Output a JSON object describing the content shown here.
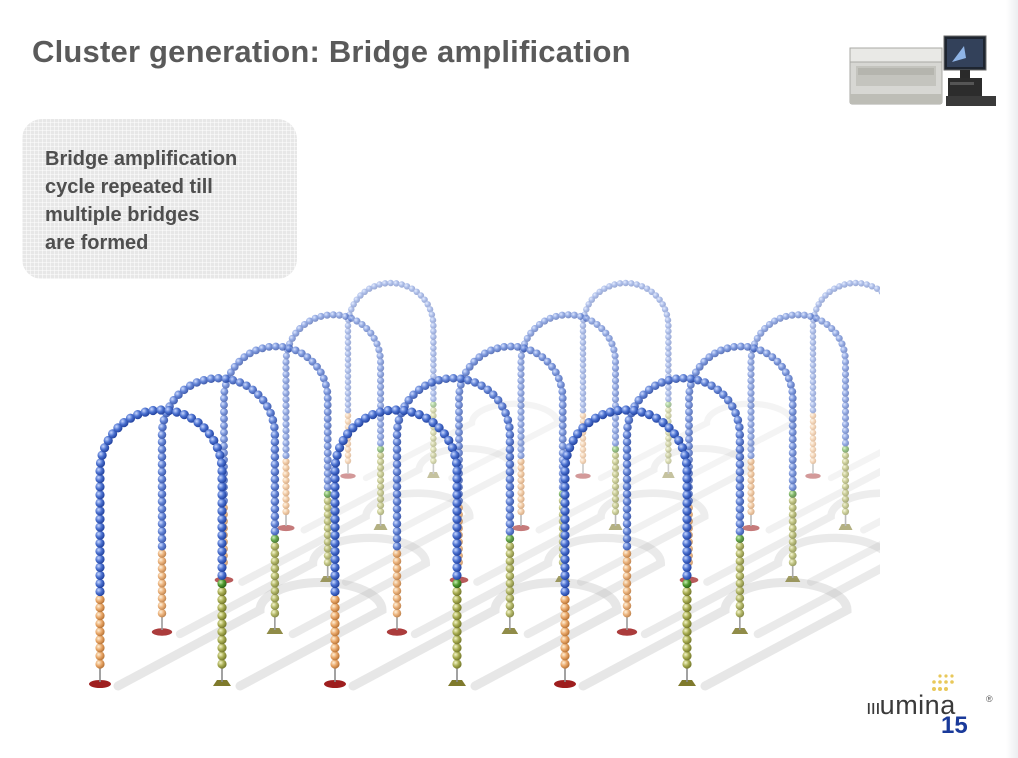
{
  "slide": {
    "title": "Cluster generation: Bridge amplification",
    "page_number": "15"
  },
  "note": {
    "lines": [
      "Bridge amplification",
      "cycle repeated till",
      "multiple bridges",
      "are formed"
    ]
  },
  "logo": {
    "text": "umina",
    "registered": "®"
  },
  "colors": {
    "title": "#5a5a5a",
    "note_text": "#4f4f4f",
    "bead_blue": "#3b62c4",
    "bead_orange": "#e9a768",
    "bead_olive": "#a8ad52",
    "anchor_red": "#9e1e1e",
    "anchor_olive": "#7f7a2c",
    "page_number": "#1a3a9a",
    "logo_gold": "#e8c85a"
  },
  "icons": {
    "instrument": "sequencer-instrument-icon",
    "logo": "illumina-logo"
  }
}
